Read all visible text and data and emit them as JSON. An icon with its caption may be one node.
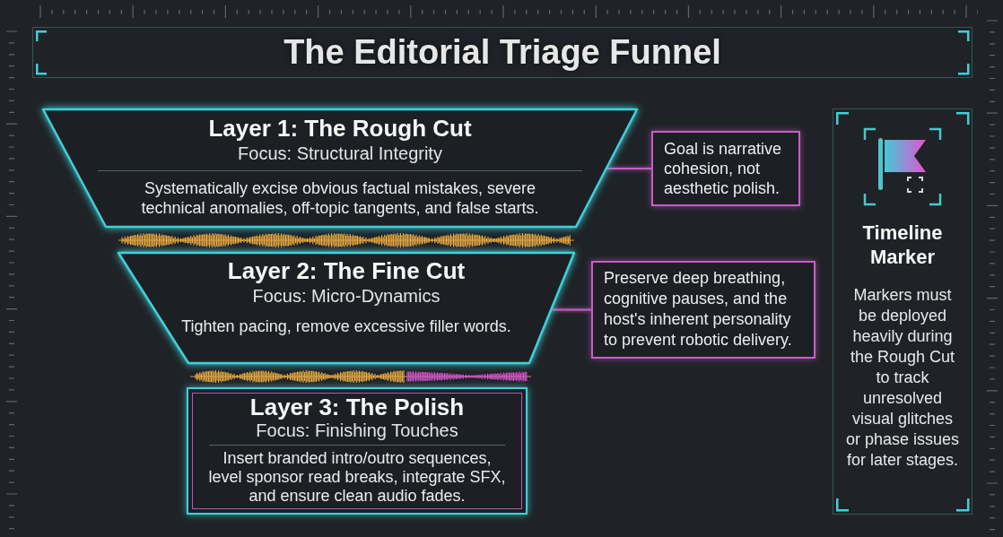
{
  "diagram": {
    "title": "The Editorial Triage Funnel",
    "nodes": [
      {
        "text": [
          "Layer 1: The Rough Cut",
          "Focus: Structural Integrity",
          "Systematically excise obvious factual mistakes, severe technical anomalies, off-topic tangents, and false starts."
        ]
      },
      {
        "text": [
          "Goal is narrative cohesion, not aesthetic polish."
        ]
      },
      {
        "text": [
          "Layer 2: The Fine Cut",
          "Focus: Micro-Dynamics",
          "Tighten pacing, remove excessive filler words."
        ]
      },
      {
        "text": [
          "Preserve deep breathing, cognitive pauses, and the host's inherent personality to prevent robotic delivery."
        ]
      },
      {
        "text": [
          "Layer 3: The Polish",
          "Focus: Finishing Touches",
          "Insert branded intro/outro sequences, level sponsor read breaks, integrate SFX, and ensure clean audio fades."
        ]
      },
      {
        "text": [
          "Timeline Marker",
          "Markers must be deployed heavily during the Rough Cut to track unresolved visual glitches or phase issues for later stages."
        ]
      }
    ],
    "edges": [
      {
        "from": 0,
        "to": 1,
        "arrow": "none"
      },
      {
        "from": 2,
        "to": 3,
        "arrow": "none"
      }
    ]
  }
}
